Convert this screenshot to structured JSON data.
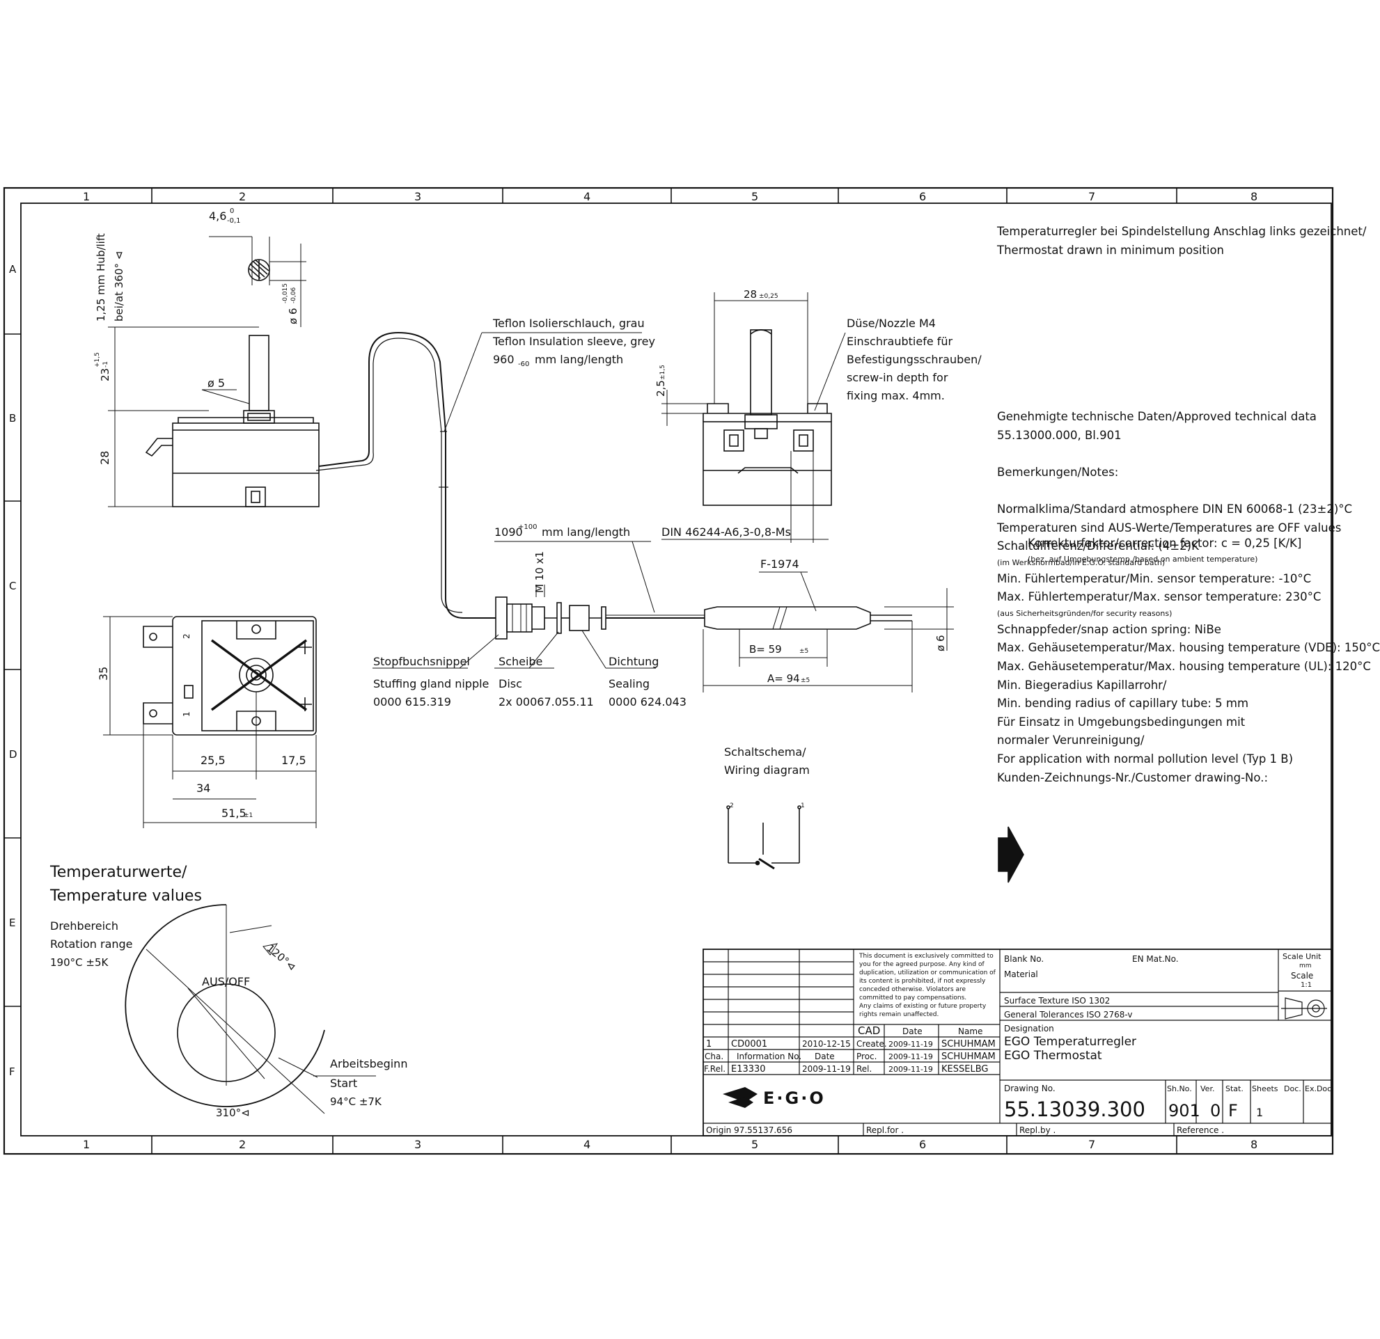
{
  "frame": {
    "columns": [
      "1",
      "2",
      "3",
      "4",
      "5",
      "6",
      "7",
      "8"
    ],
    "rows": [
      "A",
      "B",
      "C",
      "D",
      "E",
      "F"
    ]
  },
  "dims_top": {
    "shaft_flat": "4,6",
    "shaft_flat_tol_upper": "0",
    "shaft_flat_tol_lower": "-0,1",
    "shaft_diameter": "ø 6",
    "shaft_diameter_tol_upper": "-0,015",
    "shaft_diameter_tol_lower": "-0,06",
    "lift": "1,25 mm Hub/lift",
    "lift_angle": "bei/at 360° ⊲",
    "shaft_height": "23",
    "shaft_height_tol_upper": "+1,5",
    "shaft_height_tol_lower": "-1",
    "collar": "ø 5",
    "body_height": "28"
  },
  "dims_side": {
    "width": "28",
    "width_tol": "±0,25",
    "height": "2,5",
    "height_tol": "±1,5"
  },
  "dims_bottom": {
    "height": "35",
    "a": "25,5",
    "b": "17,5",
    "c": "34",
    "d": "51,5",
    "d_tol": "±1",
    "term_2": "2",
    "term_1": "1"
  },
  "callouts": {
    "teflon_de": "Teflon Isolierschlauch, grau",
    "teflon_en": "Teflon Insulation sleeve, grey",
    "teflon_len": "960",
    "teflon_len_tol": "-60",
    "teflon_len_unit": "mm lang/length",
    "nozzle_1": "Düse/Nozzle M4",
    "nozzle_2": "Einschraubtiefe für",
    "nozzle_3": "Befestigungsschrauben/",
    "nozzle_4": "screw-in depth for",
    "nozzle_5": "fixing max. 4mm.",
    "capillary_len": "1090",
    "capillary_tol": "+100",
    "capillary_unit": "mm lang/length",
    "din_terminal": "DIN 46244-A6,3-0,8-Ms",
    "thread": "M 10 x1",
    "sensor": "F-1974",
    "sensor_b": "B= 59",
    "sensor_b_tol": "±5",
    "sensor_a": "A= 94",
    "sensor_a_tol": "±5",
    "sensor_d": "ø 6",
    "gland_de": "Stopfbuchsnippel",
    "gland_en": "Stuffing gland nipple",
    "gland_no": "0000 615.319",
    "disc_de": "Scheibe",
    "disc_en": "Disc",
    "disc_no": "2x 00067.055.11",
    "seal_de": "Dichtung",
    "seal_en": "Sealing",
    "seal_no": "0000 624.043"
  },
  "wiring": {
    "title_de": "Schaltschema/",
    "title_en": "Wiring diagram",
    "term_2": "2",
    "term_1": "1"
  },
  "temp_values": {
    "title_de": "Temperaturwerte/",
    "title_en": "Temperature values",
    "range_de": "Drehbereich",
    "range_en": "Rotation range",
    "range_val": "190°C ±5K",
    "off": "AUS/OFF",
    "angle_120": "120°⊲",
    "angle_310": "310°⊲",
    "start_de": "Arbeitsbeginn",
    "start_en": "Start",
    "start_val": "94°C ±7K"
  },
  "notes": {
    "heading_de": "Temperaturregler bei Spindelstellung Anschlag links gezeichnet/",
    "heading_en": "Thermostat drawn in minimum position",
    "approved": "Genehmigte technische Daten/Approved technical data",
    "approved_ref": "55.13000.000, Bl.901",
    "remarks": "Bemerkungen/Notes:",
    "lines": [
      "Normalklima/Standard atmosphere DIN EN 60068-1 (23±2)°C",
      "Temperaturen sind AUS-Werte/Temperatures are OFF values",
      "Schaltdifferenz/Differential: (4±2)K",
      "(im Werksnormbad/in E.G.O. standard bath)",
      "Min. Fühlertemperatur/Min. sensor temperature: -10°C",
      "Max. Fühlertemperatur/Max. sensor temperature: 230°C",
      "(aus Sicherheitsgründen/for security reasons)",
      "Schnappfeder/snap action spring: NiBe",
      "Max. Gehäusetemperatur/Max. housing temperature (VDE): 150°C",
      "Max. Gehäusetemperatur/Max. housing temperature (UL):   120°C",
      "Min. Biegeradius Kapillarrohr/",
      "Min. bending radius of capillary tube: 5 mm",
      "Für Einsatz in Umgebungsbedingungen mit",
      "normaler Verunreinigung/",
      "For application with normal pollution level (Typ 1 B)",
      "Kunden-Zeichnungs-Nr./Customer drawing-No.:"
    ],
    "correction": "Korrekturfaktor/correction factor: c = 0,25 [K/K]",
    "correction_note": "(bez. auf Umgebungstemp./based on ambient temperature)"
  },
  "title_block": {
    "disclaimer": [
      "This document is exclusively committed to",
      "you for the agreed purpose. Any kind of",
      "duplication, utilization or communication of",
      "its content is prohibited, if not expressly",
      "conceded otherwise. Violators are",
      "committed to pay compensations.",
      "Any claims of existing or future property",
      "rights remain unaffected."
    ],
    "rev_index": "1",
    "rev_info": "CD0001",
    "rev_date": "2010-12-15",
    "col_cha": "Cha.",
    "col_info": "Information No.",
    "col_date": "Date",
    "frel_label": "F.Rel.",
    "frel_info": "E13330",
    "frel_date": "2009-11-19",
    "cad": "CAD",
    "cad_date": "Date",
    "cad_name": "Name",
    "create": "Create.",
    "create_date": "2009-11-19",
    "create_name": "SCHUHMAM",
    "proc": "Proc.",
    "proc_date": "2009-11-19",
    "proc_name": "SCHUHMAM",
    "rel": "Rel.",
    "rel_date": "2009-11-19",
    "rel_name": "KESSELBG",
    "blank_no": "Blank No.",
    "en_mat_no": "EN Mat.No.",
    "material": "Material",
    "scale_unit": "Scale Unit",
    "scale_unit_val": "mm",
    "scale": "Scale",
    "scale_val": "1:1",
    "surface": "Surface Texture ISO 1302",
    "tolerances": "General Tolerances  ISO 2768-v",
    "designation": "Designation",
    "designation_de": "EGO Temperaturregler",
    "designation_en": "EGO Thermostat",
    "logo": "E·G·O",
    "drawing_no_label": "Drawing No.",
    "drawing_no": "55.13039.300",
    "sh_no_label": "Sh.No.",
    "sh_no": "901",
    "ver_label": "Ver.",
    "ver": "0",
    "stat_label": "Stat.",
    "stat": "F",
    "sheets_label": "Sheets",
    "sheets": "1",
    "doc_label": "Doc.",
    "exdoc_label": "Ex.Doc.",
    "origin": "Origin 97.55137.656",
    "repl_for": "Repl.for .",
    "repl_by": "Repl.by .",
    "reference": "Reference ."
  },
  "colors": {
    "ink": "#111111",
    "paper": "#ffffff"
  }
}
